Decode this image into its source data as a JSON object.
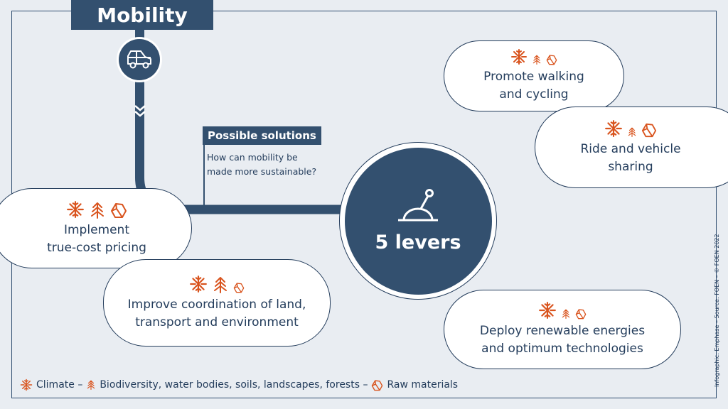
{
  "title": "Mobility",
  "possible_solutions": {
    "label": "Possible solutions",
    "question_line1": "How can mobility be",
    "question_line2": "made more sustainable?"
  },
  "center": {
    "label": "5 levers",
    "icon": "lever-icon"
  },
  "levers": [
    {
      "line1": "Promote walking",
      "line2": "and cycling",
      "icons": [
        "climate",
        "biodiversity",
        "raw-materials"
      ]
    },
    {
      "line1": "Ride and vehicle",
      "line2": "sharing",
      "icons": [
        "climate",
        "biodiversity",
        "raw-materials"
      ]
    },
    {
      "line1": "Implement",
      "line2": "true-cost pricing",
      "icons": [
        "climate",
        "biodiversity",
        "raw-materials"
      ]
    },
    {
      "line1": "Improve coordination of land,",
      "line2": "transport and environment",
      "icons": [
        "climate",
        "biodiversity",
        "raw-materials"
      ]
    },
    {
      "line1": "Deploy renewable energies",
      "line2": "and optimum technologies",
      "icons": [
        "climate",
        "biodiversity",
        "raw-materials"
      ]
    }
  ],
  "legend": {
    "climate": "Climate –",
    "biodiversity": "Biodiversity, water bodies, soils, landscapes, forests –",
    "raw_materials": "Raw materials"
  },
  "credit": "Infographic: Emphase – Source: FOEN – © FOEN 2022",
  "colors": {
    "navy": "#33506f",
    "orange": "#d9541e",
    "background": "#e9edf2"
  }
}
